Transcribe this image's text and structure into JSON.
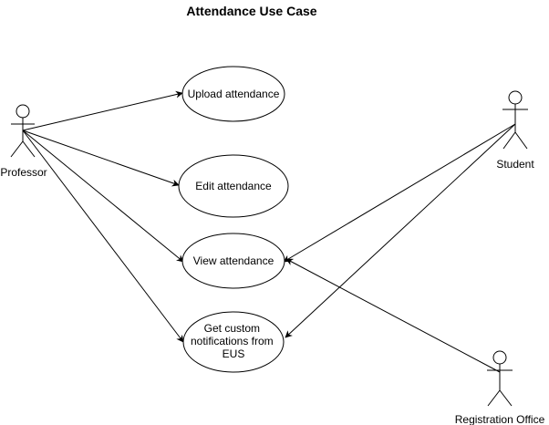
{
  "title": "Attendance Use Case",
  "actors": {
    "professor": "Professor",
    "student": "Student",
    "registration_office": "Registration Office"
  },
  "use_cases": {
    "upload": "Upload attendance",
    "edit": "Edit attendance",
    "view": "View attendance",
    "notify_line1": "Get custom",
    "notify_line2": "notifications from",
    "notify_line3": "EUS"
  },
  "colors": {
    "stroke": "#000000",
    "fill": "#ffffff",
    "text": "#000000"
  }
}
